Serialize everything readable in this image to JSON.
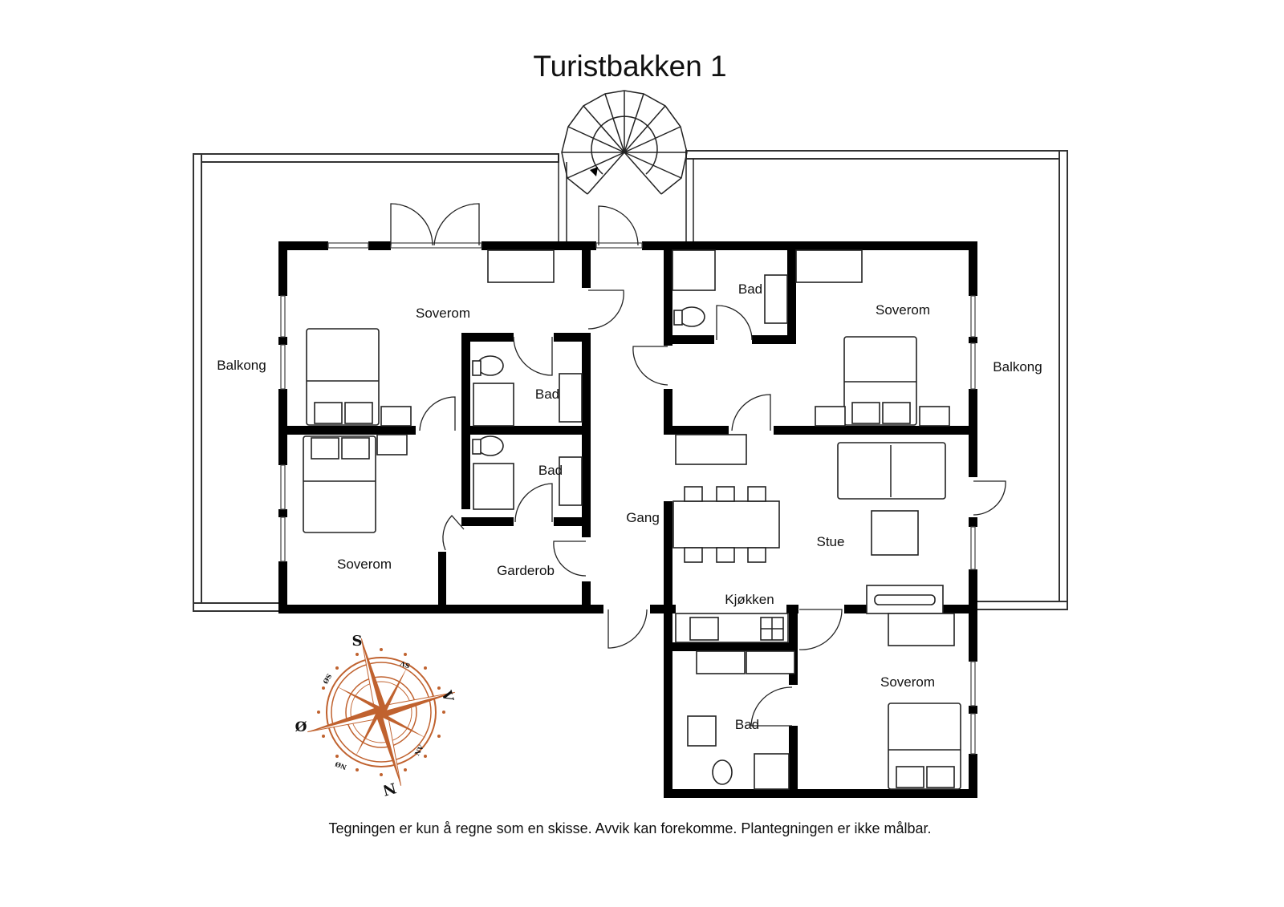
{
  "title": "Turistbakken 1",
  "footer": "Tegningen er kun å regne som en skisse. Avvik kan forekomme. Plantegningen er ikke målbar.",
  "rooms": {
    "balkong_left": "Balkong",
    "balkong_right": "Balkong",
    "soverom_nw": "Soverom",
    "soverom_sw": "Soverom",
    "soverom_ne": "Soverom",
    "soverom_se": "Soverom",
    "bad_nw": "Bad",
    "bad_w": "Bad",
    "bad_ne": "Bad",
    "bad_s": "Bad",
    "garderobe": "Garderob",
    "gang": "Gang",
    "stue": "Stue",
    "kjokken": "Kjøkken"
  },
  "compass": {
    "top": "S",
    "bottom": "N",
    "left": "Ø",
    "right": "V",
    "nw": "SØ",
    "ne": "SV",
    "sw": "NØ",
    "se": "NV",
    "color": "#c0622f"
  },
  "colors": {
    "wall": "#000000",
    "background": "#ffffff",
    "compass": "#c0622f"
  }
}
